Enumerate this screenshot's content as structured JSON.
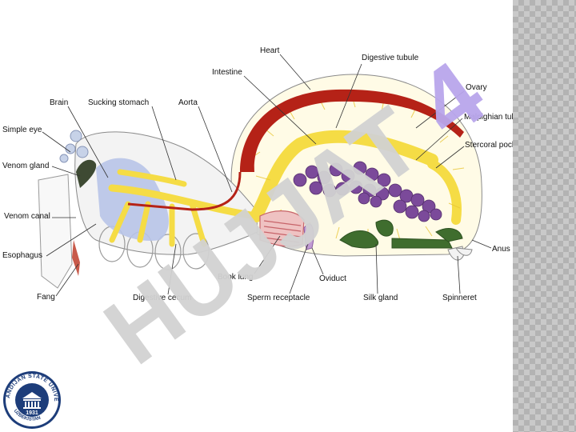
{
  "diagram": {
    "labels": {
      "heart": "Heart",
      "digestive_tubule": "Digestive tubule",
      "intestine": "Intestine",
      "ovary": "Ovary",
      "brain": "Brain",
      "sucking_stomach": "Sucking stomach",
      "aorta": "Aorta",
      "malpighian_tubule": "Malpighian tubule",
      "simple_eye": "Simple eye",
      "stercoral_pocket": "Stercoral pocket",
      "venom_gland": "Venom gland",
      "venom_canal": "Venom canal",
      "esophagus": "Esophagus",
      "anus": "Anus",
      "book_lung": "Book lung",
      "oviduct": "Oviduct",
      "fang": "Fang",
      "digestive_cecum": "Digestive cecum",
      "sperm_receptacle": "Sperm receptacle",
      "silk_gland": "Silk gland",
      "spinneret": "Spinneret"
    },
    "colors": {
      "heart": "#b52217",
      "digestive": "#f5dc45",
      "ovary": "#7b4a9a",
      "silk_gland": "#3f6d2e",
      "book_lung": "#c7646a",
      "nervous": "#b8c4e8",
      "venom_gland": "#3e4a33"
    }
  },
  "watermark": {
    "text": "HUJJAT 4",
    "color": "#b9a6ec"
  },
  "seal": {
    "ring_text": "ANDIJAN STATE UNIVERSITY",
    "bottom_text": "UZBEKISTAN",
    "year": "1931",
    "color": "#1d3d7a"
  }
}
